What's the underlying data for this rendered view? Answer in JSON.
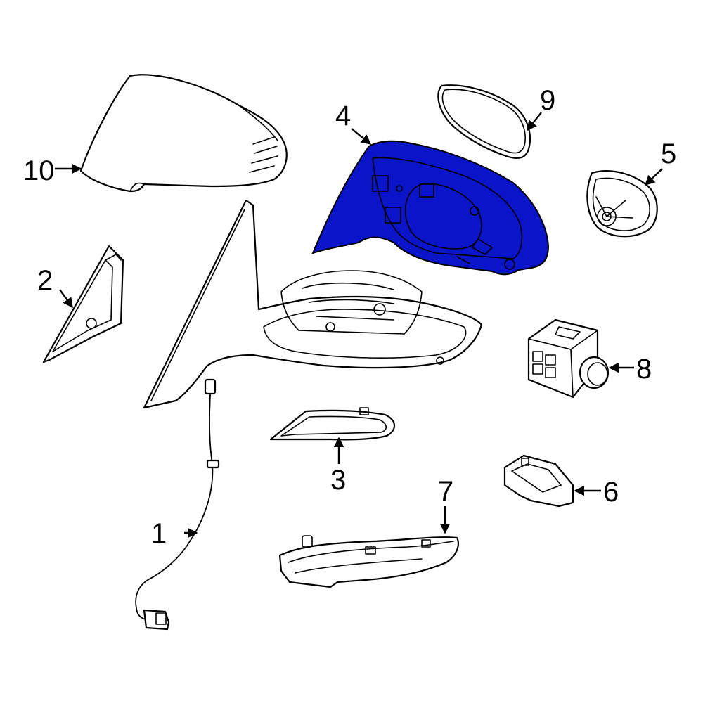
{
  "colors": {
    "highlight": "#0a14c8",
    "line": "#000000",
    "background": "#ffffff"
  },
  "callouts": {
    "c1": "1",
    "c2": "2",
    "c3": "3",
    "c4": "4",
    "c5": "5",
    "c6": "6",
    "c7": "7",
    "c8": "8",
    "c9": "9",
    "c10": "10"
  },
  "highlighted_part": "4"
}
